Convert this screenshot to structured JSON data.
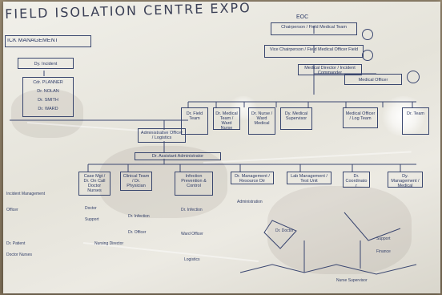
{
  "header": {
    "title": "FIELD ISOLATION CENTRE EXPO",
    "top_node": "EOC",
    "left_section": "ICK MANAGEMENT"
  },
  "left_column": {
    "box1": "Dy. Incident",
    "box2": [
      "Cdr. PLANNER",
      "Dr. NOLAN",
      "Dr. SMITH",
      "Dr. WARD"
    ]
  },
  "top_chain": [
    "Chairperson / Field Medical Team",
    "Vice Chairperson / Field Medical Officer Field",
    "Medical Director / Incident Commander",
    "Medical Officer"
  ],
  "second_row": [
    "Dr. Field Team",
    "Dr. Medical Team / Ward Nurse",
    "Dr. Nurse / Ward Medical",
    "Dy. Medical Supervisor",
    "Medical Officer / Log Team",
    "Dr. Team"
  ],
  "middle": {
    "mid1": "Administrative Officer / Logistics",
    "mid2": "Dr. Assistant Administrator"
  },
  "third_row": [
    "Case Mgt / Dr. On Call Doctor Nurses",
    "Clinical Team / Dr. Physician",
    "Infection Prevention & Control",
    "Dr. Management / Resource Dir",
    "Lab Management / Test Unit",
    "Dr. Coordinator",
    "Dy. Management / Medical"
  ],
  "annotations": [
    "Incident Management",
    "Officer",
    "Dr. Patient",
    "Doctor Nurses",
    "Doctor",
    "Support",
    "Dr. Infection",
    "Dr. Officer",
    "Nursing Director",
    "Dr. Infection",
    "Ward Officer",
    "Logistics",
    "Administration",
    "Dr. Doctor",
    "Support",
    "Finance",
    "Nurse Supervisor"
  ],
  "colors": {
    "ink": "#2c3a66",
    "paper": "#eceae3",
    "wall": "#8a7a62"
  }
}
